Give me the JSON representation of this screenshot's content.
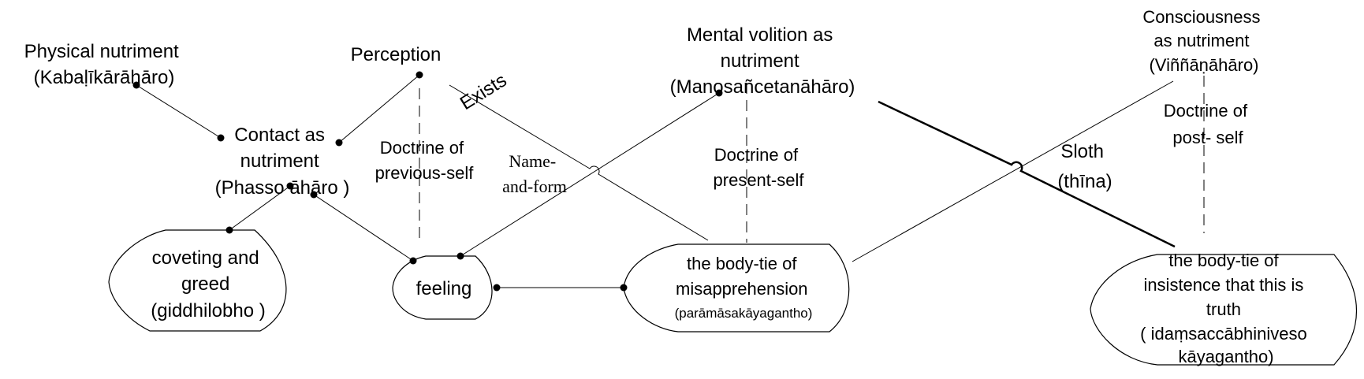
{
  "diagram": {
    "nodes": {
      "physical_nutriment": {
        "lines": [
          "Physical nutriment",
          "(Kabaḷīkārāhāro)"
        ]
      },
      "perception": {
        "lines": [
          "Perception"
        ]
      },
      "contact_nutriment": {
        "lines": [
          "Contact as",
          "nutriment",
          "(Phasso āhāro )"
        ]
      },
      "mental_volition": {
        "lines": [
          "Mental volition as",
          "nutriment",
          "(Manosañcetanāhāro)"
        ]
      },
      "consciousness": {
        "lines": [
          "Consciousness",
          "as nutriment",
          "(Viññāṇāhāro)"
        ]
      },
      "coveting": {
        "lines": [
          "coveting and",
          "greed",
          "(giddhilobho )"
        ]
      },
      "feeling": {
        "lines": [
          "feeling"
        ]
      },
      "misapprehension": {
        "lines": [
          "the body-tie of",
          "misapprehension",
          "(parāmāsakāyagantho)"
        ]
      },
      "insistence": {
        "lines": [
          "the body-tie of",
          "insistence that this is",
          "truth",
          "( idaṃsaccābhiniveso",
          "kāyagantho)"
        ]
      }
    },
    "labels": {
      "doctrine_previous": [
        "Doctrine of",
        "previous-self"
      ],
      "doctrine_present": [
        "Doctrine of",
        "present-self"
      ],
      "doctrine_post": [
        "Doctrine of",
        "post- self"
      ],
      "exists": "Exists",
      "name_and_form": [
        "Name-",
        "and-form"
      ],
      "sloth": [
        "Sloth",
        "(thīna)"
      ]
    }
  }
}
